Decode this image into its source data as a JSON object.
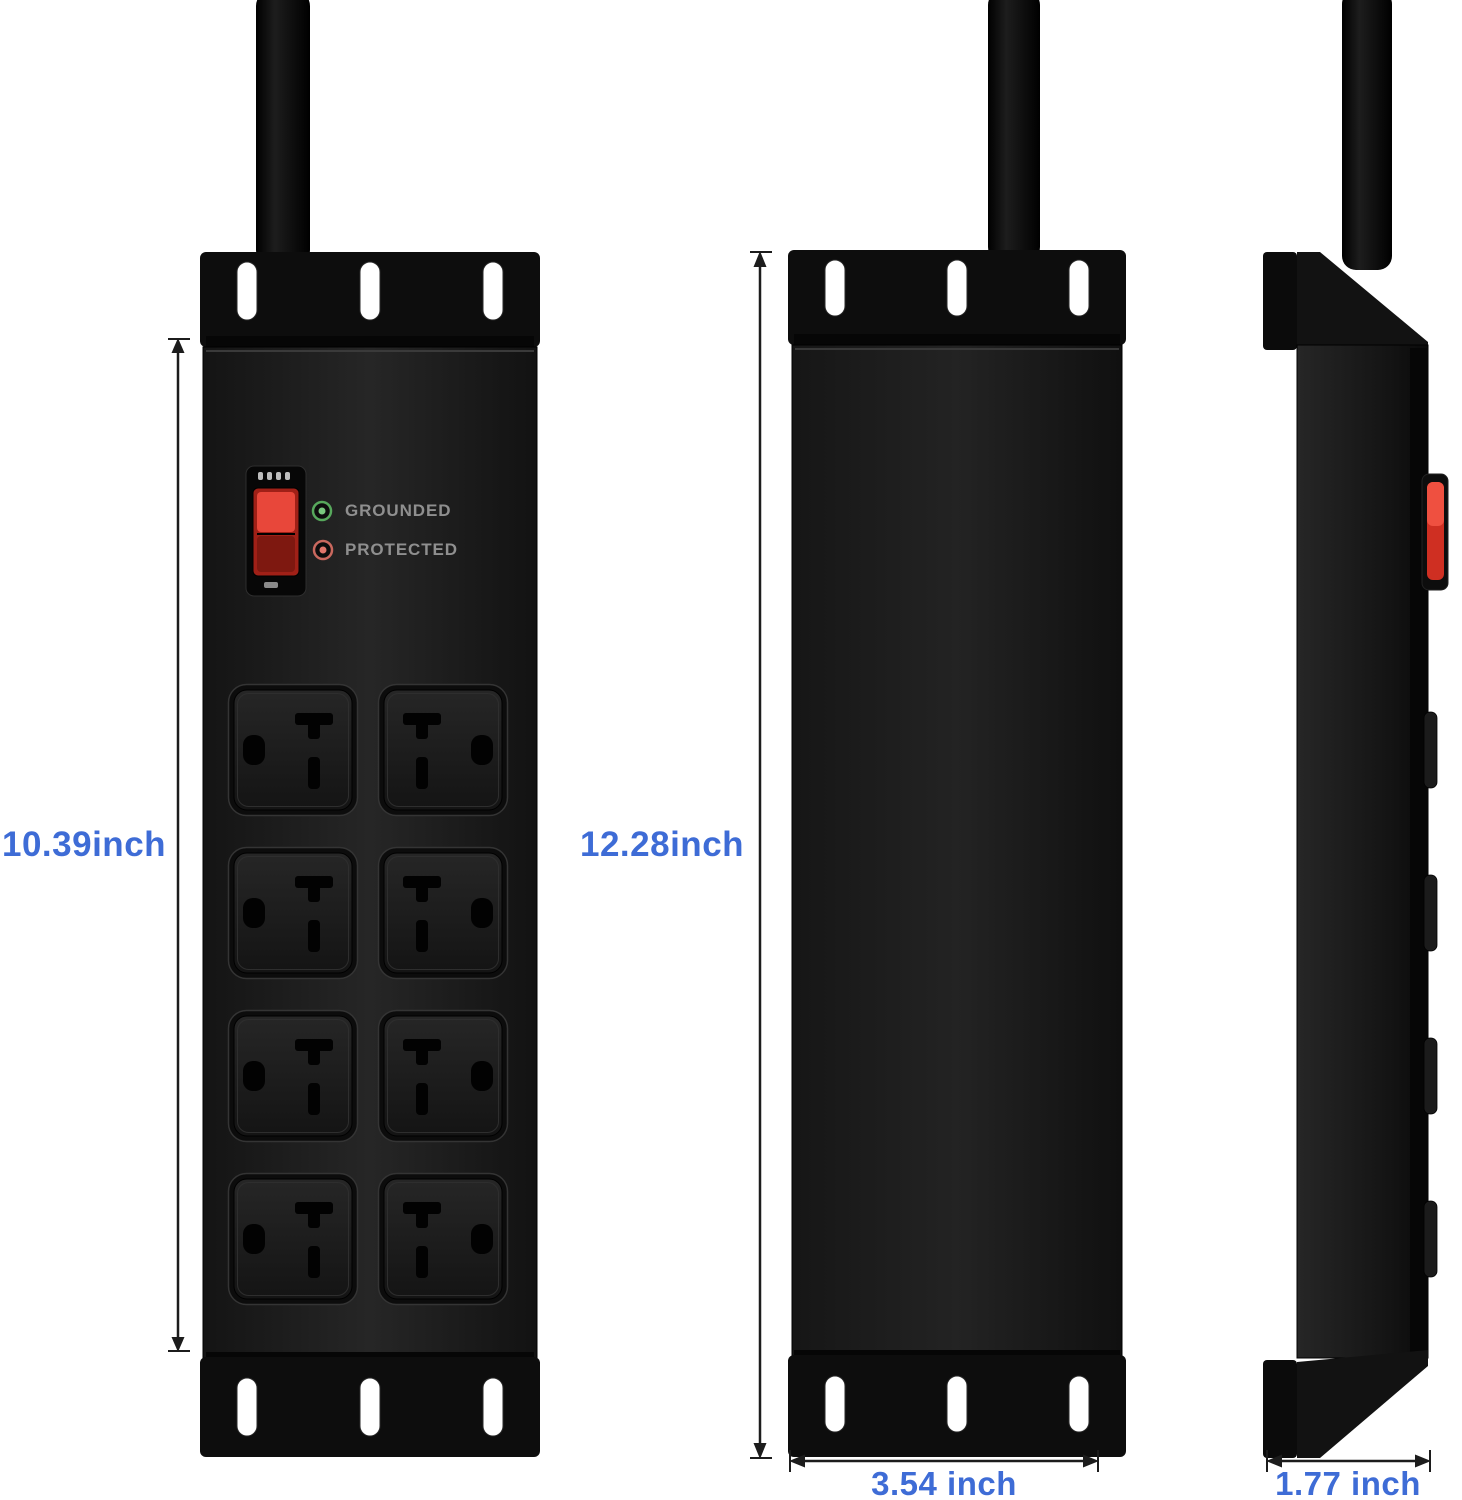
{
  "product": {
    "type": "wall-mount surge protector power strip, 8 outlets, 3 views",
    "switch_panel": {
      "grounded_label": "GROUNDED",
      "protected_label": "PROTECTED"
    }
  },
  "dimensions": {
    "front_height_label": "10.39inch",
    "overall_height_label": "12.28inch",
    "width_label": "3.54 inch",
    "depth_label": "1.77 inch"
  },
  "colors": {
    "background": "#ffffff",
    "dimension_text_blue": "#3e6cd6",
    "indicator_label_gray": "#8f8f8f",
    "body_black": "#1c1c1c",
    "bracket_black": "#0d0d0d",
    "switch_red": "#d32f23",
    "grounded_indicator_green": "#6ec473",
    "protected_indicator_red": "#e2766b",
    "arrow_black": "#1c1c1c"
  }
}
